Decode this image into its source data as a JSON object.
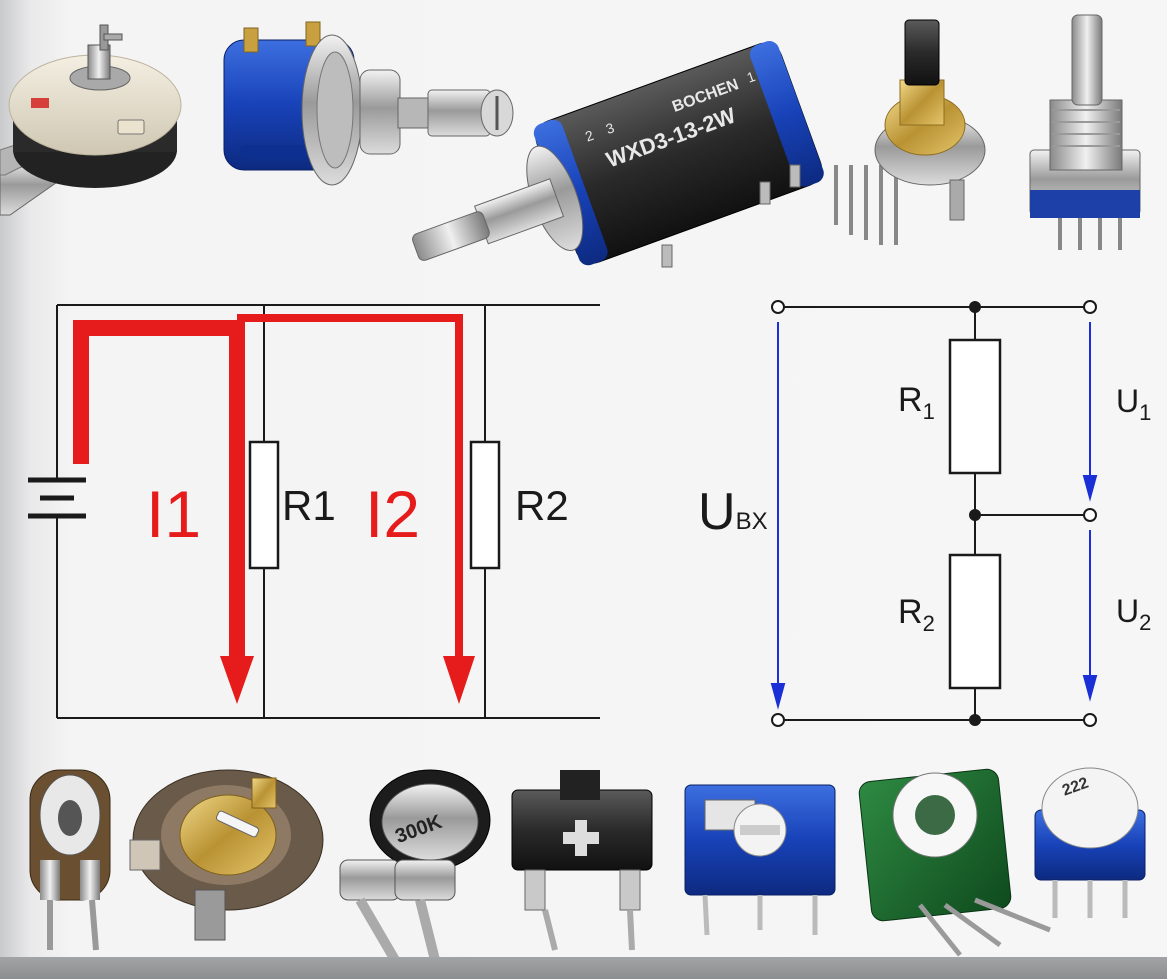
{
  "top_components": {
    "wirewound_label": "WXD3-13-2W",
    "brand": "BOCHEN",
    "terminal_left": "2",
    "terminal_mid": "3",
    "terminal_right": "1"
  },
  "parallel_circuit": {
    "current_1": "I1",
    "current_2": "I2",
    "resistor_1": "R1",
    "resistor_2": "R2",
    "current_color": "#e61b1b",
    "wire_color": "#1a1a1a"
  },
  "divider_circuit": {
    "input_voltage_main": "U",
    "input_voltage_sub": "BX",
    "resistor_1_main": "R",
    "resistor_1_sub": "1",
    "resistor_2_main": "R",
    "resistor_2_sub": "2",
    "output_1_main": "U",
    "output_1_sub": "1",
    "output_2_main": "U",
    "output_2_sub": "2",
    "arrow_color": "#1a2fd6"
  },
  "bottom_components": {
    "trimmer_300k_label": "300K",
    "trimmer_222_label": "222"
  }
}
